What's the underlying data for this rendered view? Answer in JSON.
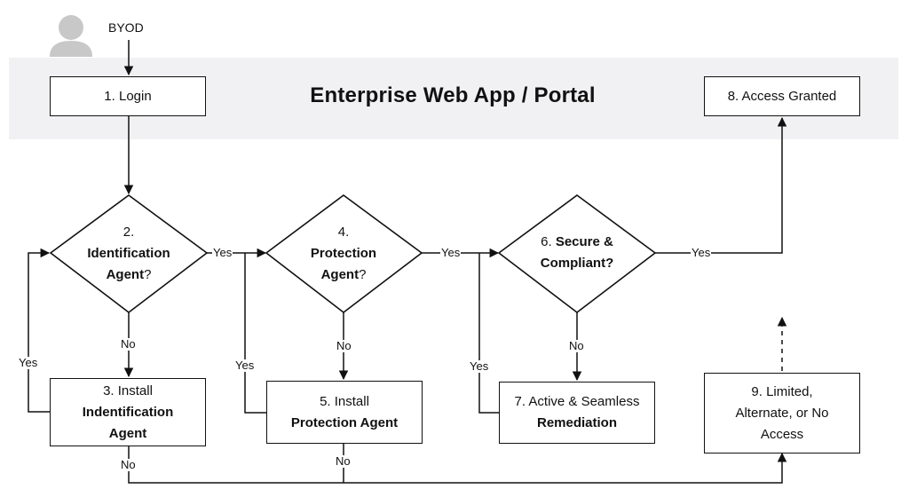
{
  "header": {
    "title": "Enterprise Web App / Portal"
  },
  "user": {
    "label": "BYOD",
    "icon": "user-silhouette-icon"
  },
  "nodes": {
    "n1": {
      "text": "1. Login"
    },
    "n2": {
      "prefix": "2.",
      "bold1": "Identification",
      "bold2": "Agent",
      "suffix": "?"
    },
    "n3": {
      "line1": "3. Install",
      "bold1": "Indentification",
      "bold2": "Agent"
    },
    "n4": {
      "prefix": "4.",
      "bold1": "Protection",
      "bold2": "Agent",
      "suffix": "?"
    },
    "n5": {
      "line1": "5. Install",
      "bold1": "Protection Agent"
    },
    "n6": {
      "prefix": "6.",
      "bold1": "Secure &",
      "bold2": "Compliant?"
    },
    "n7": {
      "line1": "7. Active & Seamless",
      "bold1": "Remediation"
    },
    "n8": {
      "text": "8. Access Granted"
    },
    "n9": {
      "line1": "9. Limited,",
      "line2": "Alternate, or No",
      "line3": "Access"
    }
  },
  "edge_labels": {
    "yes": "Yes",
    "no": "No"
  },
  "colors": {
    "band": "#f1f1f3",
    "line": "#111111",
    "icon": "#c8c8c8"
  }
}
